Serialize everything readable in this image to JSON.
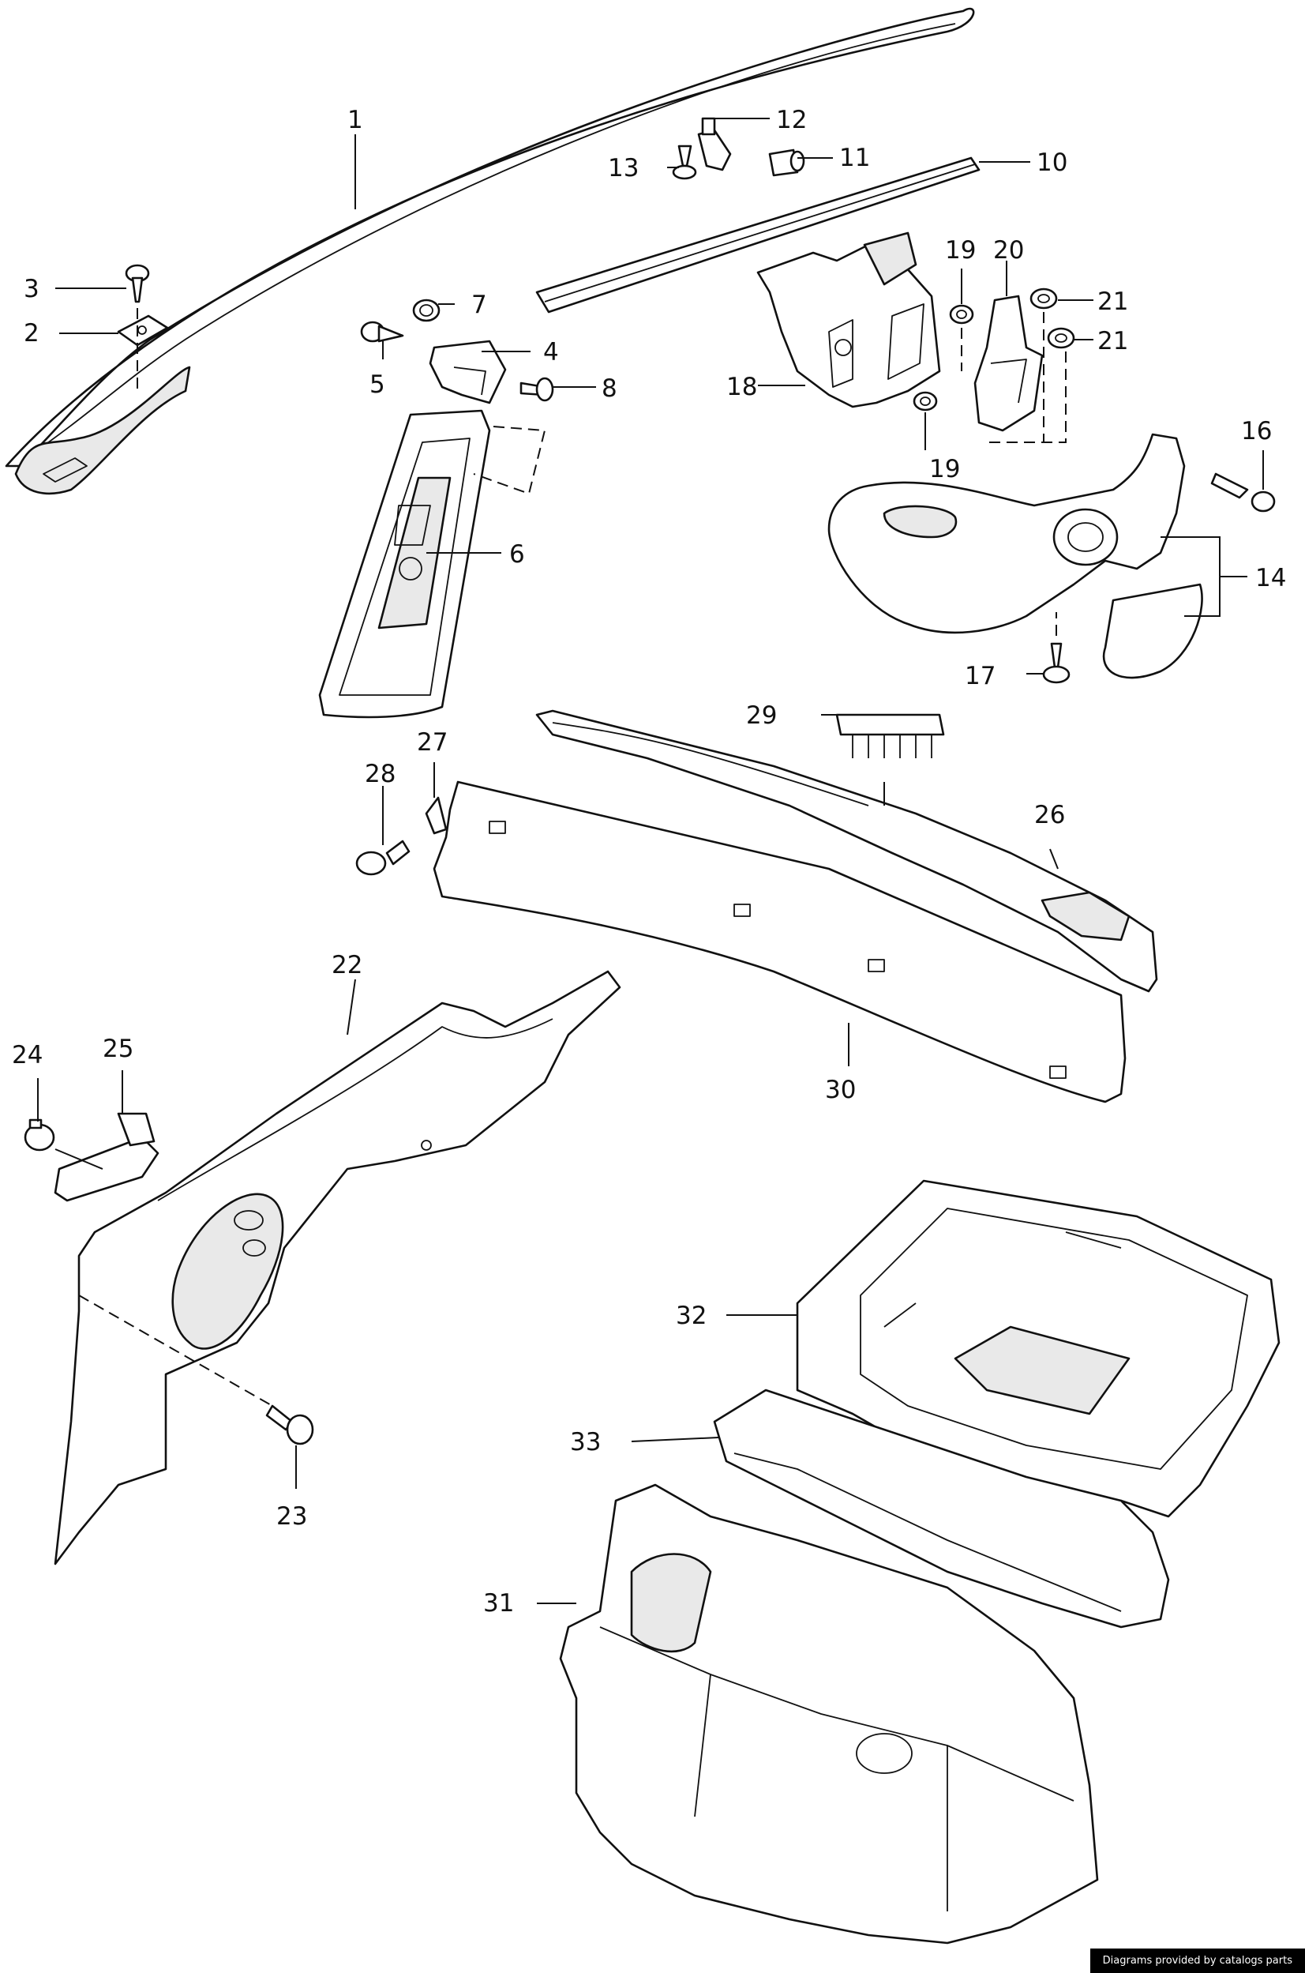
{
  "callouts": {
    "c1": "1",
    "c2": "2",
    "c3": "3",
    "c4": "4",
    "c5": "5",
    "c6": "6",
    "c7": "7",
    "c8": "8",
    "c10": "10",
    "c11": "11",
    "c12": "12",
    "c13": "13",
    "c14": "14",
    "c16": "16",
    "c17": "17",
    "c18": "18",
    "c19a": "19",
    "c19b": "19",
    "c20": "20",
    "c21a": "21",
    "c21b": "21",
    "c22": "22",
    "c23": "23",
    "c24": "24",
    "c25": "25",
    "c26": "26",
    "c27": "27",
    "c28": "28",
    "c29": "29",
    "c30": "30",
    "c31": "31",
    "c32": "32",
    "c33": "33"
  },
  "credit": "Diagrams provided by catalogs parts"
}
